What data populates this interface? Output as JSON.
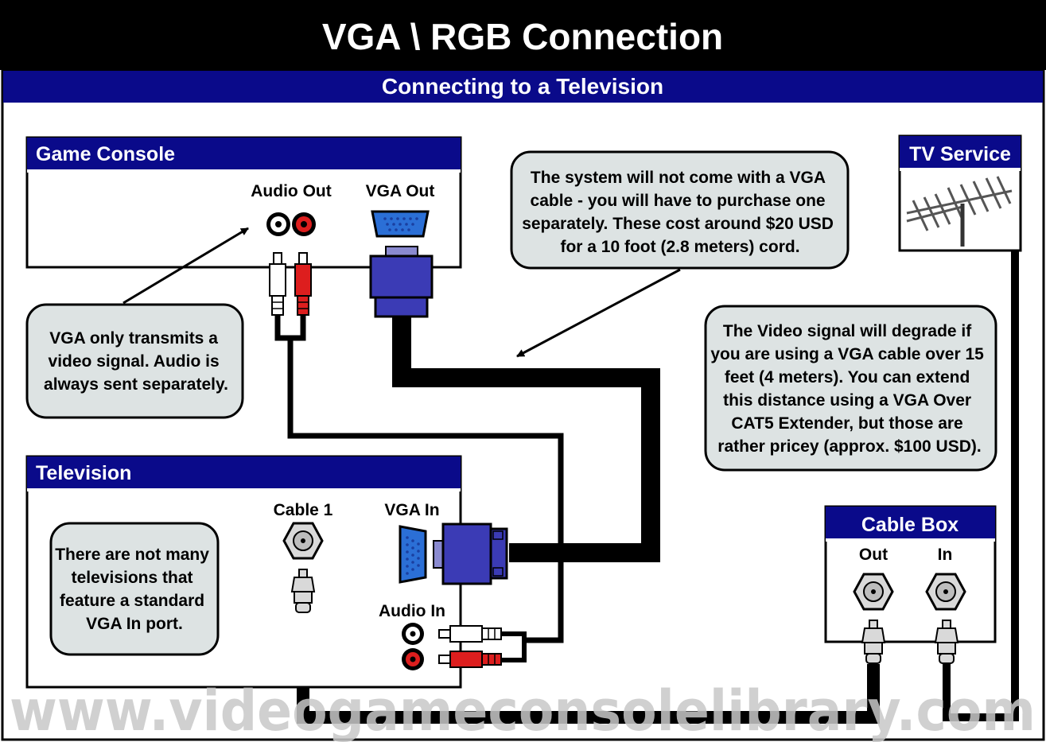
{
  "title": "VGA \\ RGB Connection",
  "subtitle": "Connecting to a Television",
  "game_console": {
    "header": "Game Console",
    "audio_out_label": "Audio Out",
    "vga_out_label": "VGA Out"
  },
  "television": {
    "header": "Television",
    "cable1_label": "Cable 1",
    "vga_in_label": "VGA In",
    "audio_in_label": "Audio In"
  },
  "tv_service": {
    "header": "TV Service"
  },
  "cable_box": {
    "header": "Cable Box",
    "out_label": "Out",
    "in_label": "In"
  },
  "notes": {
    "vga_cable": [
      "The system will not come with a VGA",
      "cable - you will have to purchase one",
      "separately.  These cost around $20 USD",
      "for a 10 foot (2.8 meters) cord."
    ],
    "audio_separate": [
      "VGA only transmits a",
      "video signal.  Audio is",
      "always sent separately."
    ],
    "signal_degrade": [
      "The Video signal will degrade if",
      "you are using a VGA cable over 15",
      "feet (4 meters).  You can extend",
      "this distance using a VGA Over",
      "CAT5 Extender, but those are",
      "rather pricey (approx. $100 USD)."
    ],
    "tv_vga": [
      "There are not many",
      "televisions that",
      "feature a standard",
      "VGA In port."
    ]
  },
  "watermark": "www.videogameconsolelibrary.com",
  "colors": {
    "title_bar": "#000000",
    "header_navy": "#0a0a8a",
    "note_fill": "#dde3e3",
    "vga_blue": "#3b3bb5",
    "vga_port_blue": "#2b6fd6",
    "rca_red": "#dd1e1e",
    "cable_black": "#000000"
  },
  "icons": [
    "antenna-icon",
    "coax-port-icon",
    "rca-jack-icon",
    "vga-port-icon",
    "vga-plug-icon",
    "rca-plug-icon",
    "coax-plug-icon",
    "arrow-icon"
  ]
}
